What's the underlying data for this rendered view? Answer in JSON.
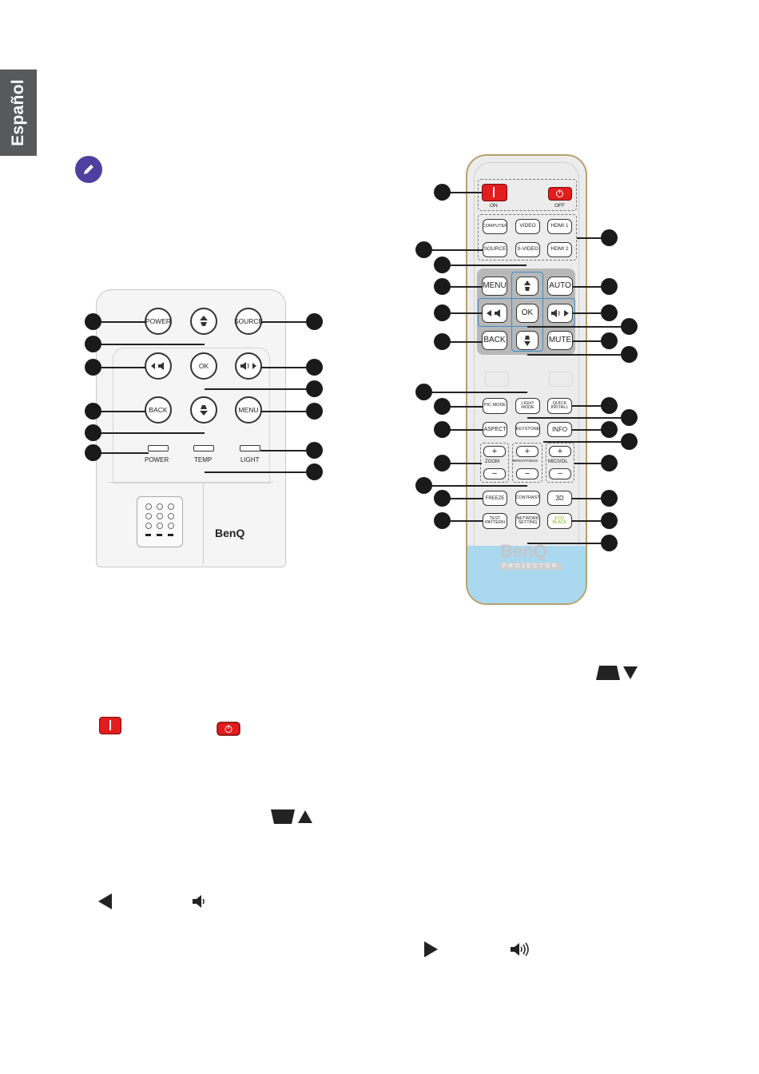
{
  "side_tab": {
    "language": "Español"
  },
  "control_panel": {
    "buttons": {
      "power": "POWER",
      "source": "SOURCE",
      "ok": "OK",
      "back": "BACK",
      "menu": "MENU"
    },
    "indicators": {
      "power": "POWER",
      "temp": "TEMP",
      "light": "LIGHT"
    },
    "logo": "BenQ"
  },
  "remote": {
    "on_label": "ON",
    "off_label": "OFF",
    "sources": [
      "COMPUTER",
      "VIDEO",
      "HDMI 1",
      "SOURCE",
      "S-VIDEO",
      "HDMI 2"
    ],
    "nav": {
      "menu": "MENU",
      "auto": "AUTO",
      "ok": "OK",
      "back": "BACK",
      "mute": "MUTE"
    },
    "functions": {
      "pic_mode": "PIC MODE",
      "light_mode": "LIGHT MODE",
      "quick_install": "QUICK INSTALL",
      "aspect": "ASPECT",
      "keystone": "KEYSTONE",
      "info": "INFO",
      "zoom": "ZOOM",
      "brightness": "BRIGHTNESS",
      "mic_vol": "MIC/VOL",
      "plus": "+",
      "minus": "−",
      "freeze": "FREEZE",
      "contrast": "CONTRAST",
      "three_d": "3D",
      "test_pattern": "TEST PATTERN",
      "network_setting": "NETWORK SETTING",
      "eco_black": "ECO BLACK"
    },
    "logo": "BenQ",
    "logo_sub": "PROJECTOR"
  },
  "colors": {
    "power_red": "#e21d1d",
    "nav_blue": "#3a8fc9",
    "note_purple": "#4f3fa0",
    "remote_bottom": "#a9d8ef"
  }
}
